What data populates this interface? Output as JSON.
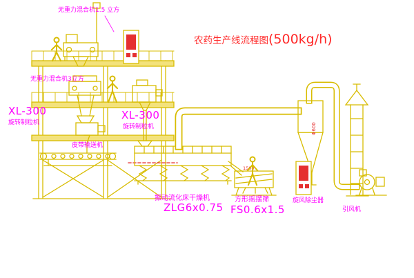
{
  "title": {
    "text": "农药生产线流程图",
    "capacity": "(500kg/h)"
  },
  "labels": {
    "mixer_top": "无重力混合机1.5 立方",
    "mixer_mid": "无重力混合机3立方",
    "granulator_left_model": "XL-300",
    "granulator_left_name": "旋转制粒机",
    "granulator_mid_model": "XL-300",
    "granulator_mid_name": "旋转制粒机",
    "belt_conveyor": "皮带输送机",
    "dryer_name": "振动流化床干燥机",
    "dryer_model": "ZLG6x0.75",
    "sifter_name": "方形摇摆筛",
    "sifter_model": "FS0.6x1.5",
    "cyclone": "旋风除尘器",
    "fan": "引风机",
    "cyclone_dim": "Φ600",
    "sifter_dim": "1500"
  },
  "colors": {
    "line_yellow": "#d8bc00",
    "label_magenta": "#ff00ff",
    "title_red": "#ff2a2a",
    "detail_red": "#e53030",
    "background": "#ffffff"
  }
}
